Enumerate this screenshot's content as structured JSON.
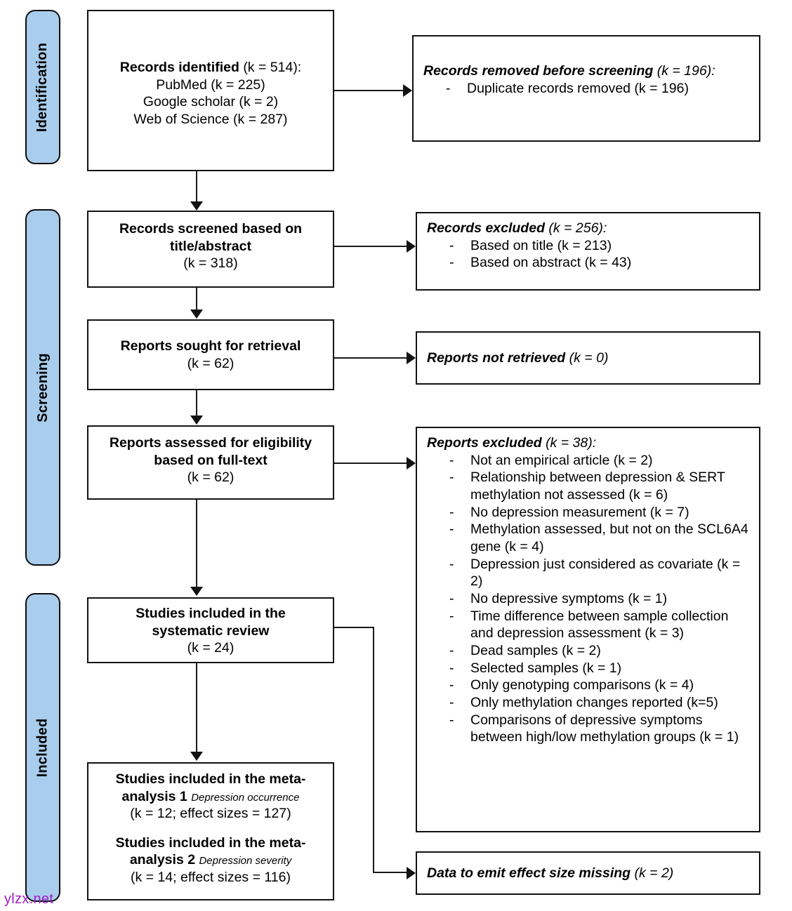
{
  "stages": [
    {
      "name": "identification",
      "label": "Identification"
    },
    {
      "name": "screening",
      "label": "Screening"
    },
    {
      "name": "included",
      "label": "Included"
    }
  ],
  "boxes": {
    "records_identified": {
      "title": "Records identified",
      "title_count": "(k = 514):",
      "sources": [
        "PubMed (k = 225)",
        "Google scholar (k = 2)",
        "Web of Science (k = 287)"
      ]
    },
    "records_removed": {
      "heading": "Records removed before screening",
      "heading_count": "(k = 196):",
      "items": [
        "Duplicate records removed (k = 196)"
      ]
    },
    "records_screened": {
      "line1": "Records screened based on",
      "line2": "title/abstract",
      "count": "(k = 318)"
    },
    "records_excluded": {
      "heading": "Records excluded",
      "heading_count": "(k = 256):",
      "items": [
        "Based on title (k = 213)",
        "Based on abstract (k = 43)"
      ]
    },
    "reports_sought": {
      "line1": "Reports sought for retrieval",
      "count": "(k = 62)"
    },
    "reports_not_retrieved": {
      "heading": "Reports not retrieved",
      "heading_count": "(k = 0)"
    },
    "reports_assessed": {
      "line1": "Reports assessed for eligibility",
      "line2": "based on full-text",
      "count": "(k = 62)"
    },
    "reports_excluded": {
      "heading": "Reports excluded",
      "heading_count": "(k = 38):",
      "items": [
        "Not an empirical article (k = 2)",
        "Relationship between depression & SERT methylation not assessed (k = 6)",
        "No depression measurement (k = 7)",
        "Methylation assessed, but not on the SCL6A4 gene (k = 4)",
        "Depression just considered as covariate (k = 2)",
        "No depressive symptoms (k = 1)",
        "Time difference between sample collection and depression assessment (k = 3)",
        "Dead samples (k = 2)",
        "Selected samples (k = 1)",
        "Only genotyping comparisons (k = 4)",
        "Only methylation changes reported (k=5)",
        "Comparisons of depressive symptoms between high/low methylation groups (k = 1)"
      ]
    },
    "studies_systematic_review": {
      "line1": "Studies included in the",
      "line2": "systematic review",
      "count": "(k = 24)"
    },
    "studies_meta": {
      "ma1_line1": "Studies included in the meta-",
      "ma1_line2": "analysis 1",
      "ma1_sub": "Depression occurrence",
      "ma1_count": "(k = 12; effect sizes = 127)",
      "ma2_line1": "Studies included in the meta-",
      "ma2_line2": "analysis 2",
      "ma2_sub": "Depression severity",
      "ma2_count": "(k = 14; effect sizes = 116)"
    },
    "data_missing": {
      "heading": "Data to emit effect size missing",
      "heading_count": "(k = 2)"
    }
  },
  "watermark": "ylzx.net",
  "colors": {
    "stage_fill": "#a9cdec",
    "stroke": "#121212",
    "watermark": "#a01cc8"
  }
}
